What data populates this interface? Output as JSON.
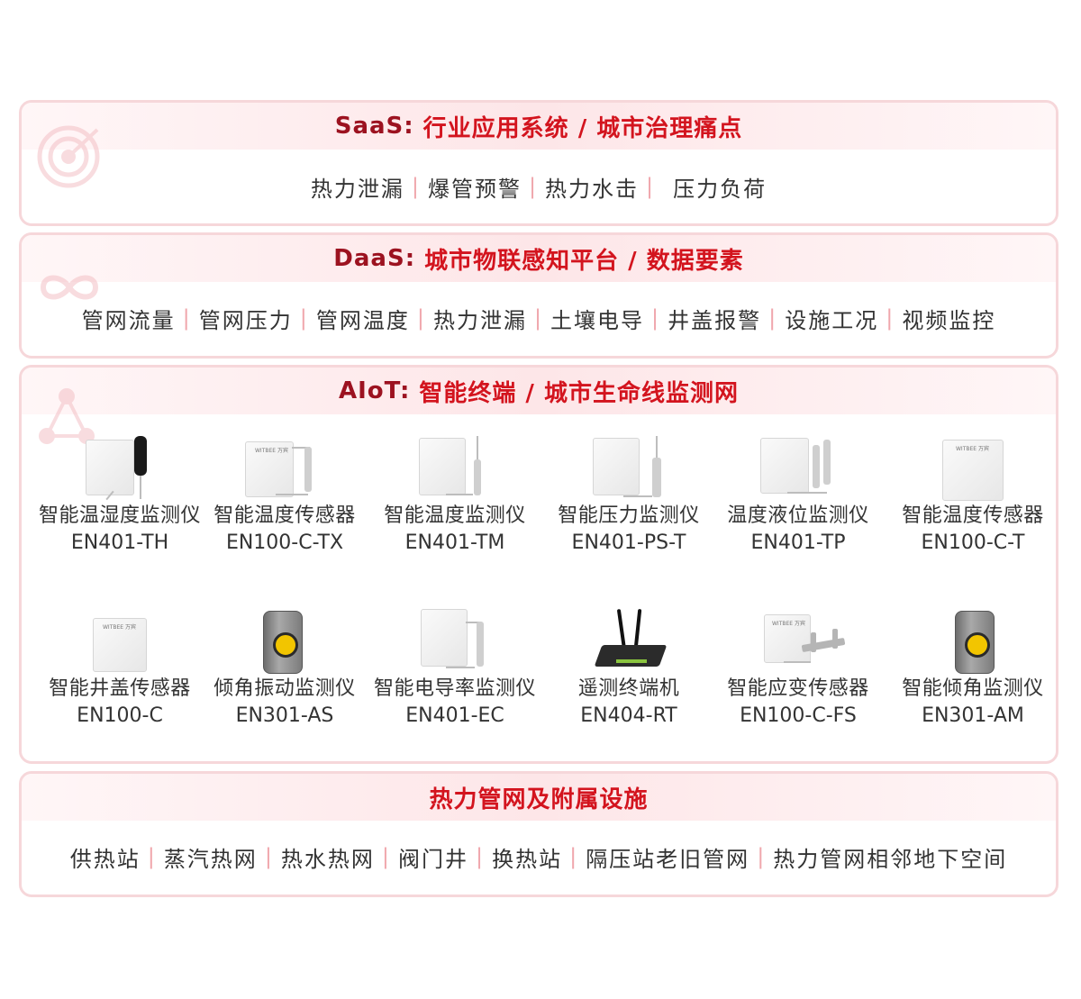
{
  "saas": {
    "tag": "SaaS:",
    "title": "行业应用系统 / 城市治理痛点",
    "items": [
      "热力泄漏",
      "爆管预警",
      "热力水击",
      "压力负荷"
    ]
  },
  "daas": {
    "tag": "DaaS:",
    "title": "城市物联感知平台 / 数据要素",
    "items": [
      "管网流量",
      "管网压力",
      "管网温度",
      "热力泄漏",
      "土壤电导",
      "井盖报警",
      "设施工况",
      "视频监控"
    ]
  },
  "aiot": {
    "tag": "AIoT:",
    "title": "智能终端 / 城市生命线监测网",
    "products": [
      {
        "name": "智能温湿度监测仪",
        "model": "EN401-TH",
        "icon": "white-box-black-probe-icon"
      },
      {
        "name": "智能温度传感器",
        "model": "EN100-C-TX",
        "icon": "white-box-cable-probe-icon"
      },
      {
        "name": "智能温度监测仪",
        "model": "EN401-TM",
        "icon": "white-box-cable-probe-icon"
      },
      {
        "name": "智能压力监测仪",
        "model": "EN401-PS-T",
        "icon": "white-box-cable-probe-icon"
      },
      {
        "name": "温度液位监测仪",
        "model": "EN401-TP",
        "icon": "white-box-dual-probe-icon"
      },
      {
        "name": "智能温度传感器",
        "model": "EN100-C-T",
        "icon": "white-panel-icon"
      },
      {
        "name": "智能井盖传感器",
        "model": "EN100-C",
        "icon": "white-panel-icon"
      },
      {
        "name": "倾角振动监测仪",
        "model": "EN301-AS",
        "icon": "gray-device-icon"
      },
      {
        "name": "智能电导率监测仪",
        "model": "EN401-EC",
        "icon": "white-box-cable-probe-icon"
      },
      {
        "name": "遥测终端机",
        "model": "EN404-RT",
        "icon": "router-icon"
      },
      {
        "name": "智能应变传感器",
        "model": "EN100-C-FS",
        "icon": "white-box-bracket-icon"
      },
      {
        "name": "智能倾角监测仪",
        "model": "EN301-AM",
        "icon": "gray-device-icon"
      }
    ],
    "logo_text": "WITBEE 万宾"
  },
  "facilities": {
    "title": "热力管网及附属设施",
    "items": [
      "供热站",
      "蒸汽热网",
      "热水热网",
      "阀门井",
      "换热站",
      "隔压站老旧管网",
      "热力管网相邻地下空间"
    ]
  },
  "colors": {
    "accent": "#d3141e",
    "tag": "#9c1220",
    "border": "#f6d7da",
    "separator": "#f0a7ad"
  }
}
